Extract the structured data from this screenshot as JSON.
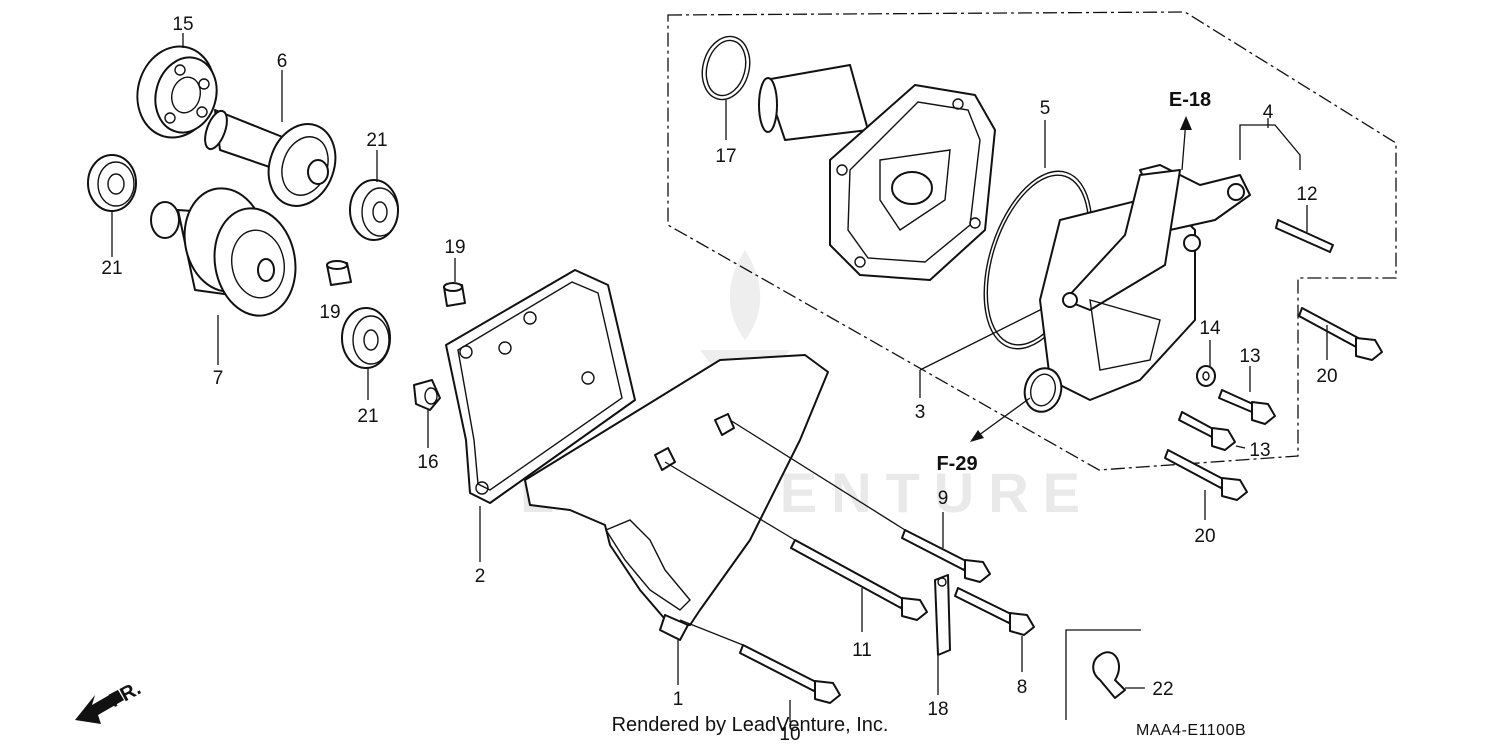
{
  "watermark": "LEADVENTURE",
  "footer": "Rendered by LeadVenture, Inc.",
  "diagram_code": "MAA4-E1100B",
  "direction_label": "FR.",
  "references": {
    "e18": "E-18",
    "f29": "F-29"
  },
  "callouts": {
    "p1": "1",
    "p2": "2",
    "p3": "3",
    "p4": "4",
    "p5": "5",
    "p6": "6",
    "p7": "7",
    "p8": "8",
    "p9": "9",
    "p10": "10",
    "p11": "11",
    "p12": "12",
    "p13a": "13",
    "p13b": "13",
    "p14": "14",
    "p15": "15",
    "p16": "16",
    "p17": "17",
    "p18": "18",
    "p19a": "19",
    "p19b": "19",
    "p20a": "20",
    "p20b": "20",
    "p21a": "21",
    "p21b": "21",
    "p21c": "21",
    "p22": "22"
  }
}
